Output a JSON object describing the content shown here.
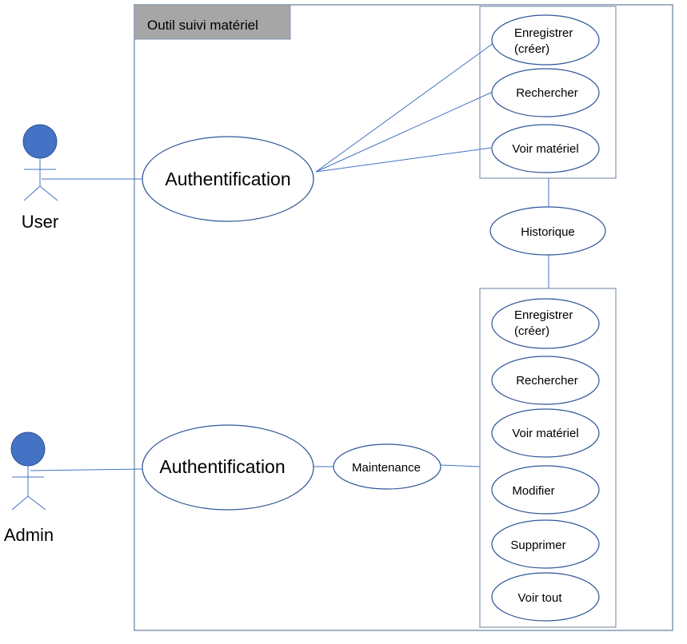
{
  "system": {
    "title": "Outil suivi matériel"
  },
  "actors": [
    {
      "id": "user",
      "label": "User"
    },
    {
      "id": "admin",
      "label": "Admin"
    }
  ],
  "use_cases": {
    "user_auth": "Authentification",
    "admin_auth": "Authentification",
    "maintenance": "Maintenance",
    "historique": "Historique",
    "user_group": [
      "Enregistrer\n(créer)",
      "Rechercher",
      "Voir matériel"
    ],
    "admin_group": [
      "Enregistrer\n(créer)",
      "Rechercher",
      "Voir matériel",
      "Modifier",
      "Supprimer",
      "Voir tout"
    ]
  },
  "colors": {
    "actor": "#4472c4",
    "line": "#4472c4",
    "frame": "#8497b0",
    "title_tab": "#a6a6a6"
  }
}
